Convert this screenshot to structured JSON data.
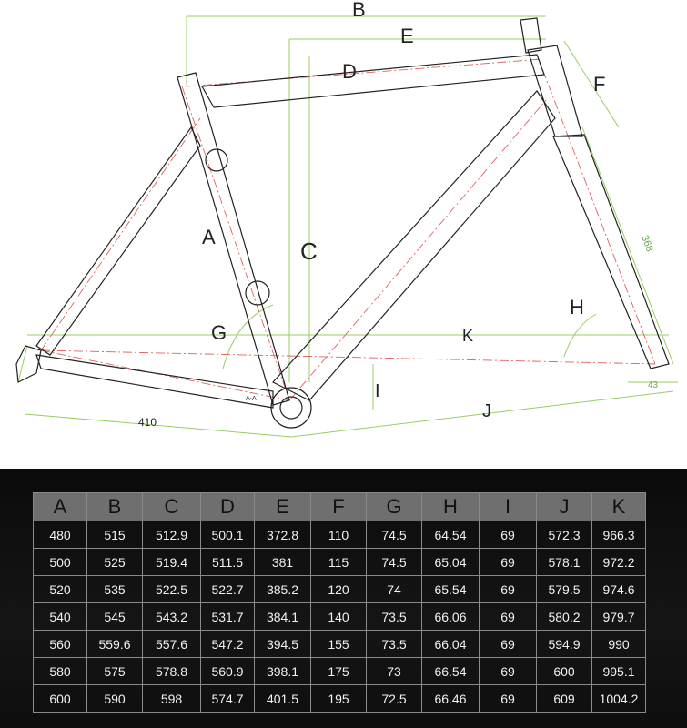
{
  "diagram": {
    "dimension_labels": {
      "A": "A",
      "B": "B",
      "C": "C",
      "D": "D",
      "E": "E",
      "F": "F",
      "G": "G",
      "H": "H",
      "I": "I",
      "J": "J",
      "K": "K"
    },
    "chainstay_value": "410",
    "headtube_value": "368",
    "fork_offset_value": "43",
    "frame_mark": "A-A"
  },
  "table": {
    "headers": [
      "A",
      "B",
      "C",
      "D",
      "E",
      "F",
      "G",
      "H",
      "I",
      "J",
      "K"
    ],
    "rows": [
      [
        "480",
        "515",
        "512.9",
        "500.1",
        "372.8",
        "110",
        "74.5",
        "64.54",
        "69",
        "572.3",
        "966.3"
      ],
      [
        "500",
        "525",
        "519.4",
        "511.5",
        "381",
        "115",
        "74.5",
        "65.04",
        "69",
        "578.1",
        "972.2"
      ],
      [
        "520",
        "535",
        "522.5",
        "522.7",
        "385.2",
        "120",
        "74",
        "65.54",
        "69",
        "579.5",
        "974.6"
      ],
      [
        "540",
        "545",
        "543.2",
        "531.7",
        "384.1",
        "140",
        "73.5",
        "66.06",
        "69",
        "580.2",
        "979.7"
      ],
      [
        "560",
        "559.6",
        "557.6",
        "547.2",
        "394.5",
        "155",
        "73.5",
        "66.04",
        "69",
        "594.9",
        "990"
      ],
      [
        "580",
        "575",
        "578.8",
        "560.9",
        "398.1",
        "175",
        "73",
        "66.54",
        "69",
        "600",
        "995.1"
      ],
      [
        "600",
        "590",
        "598",
        "574.7",
        "401.5",
        "195",
        "72.5",
        "66.46",
        "69",
        "609",
        "1004.2"
      ]
    ]
  }
}
